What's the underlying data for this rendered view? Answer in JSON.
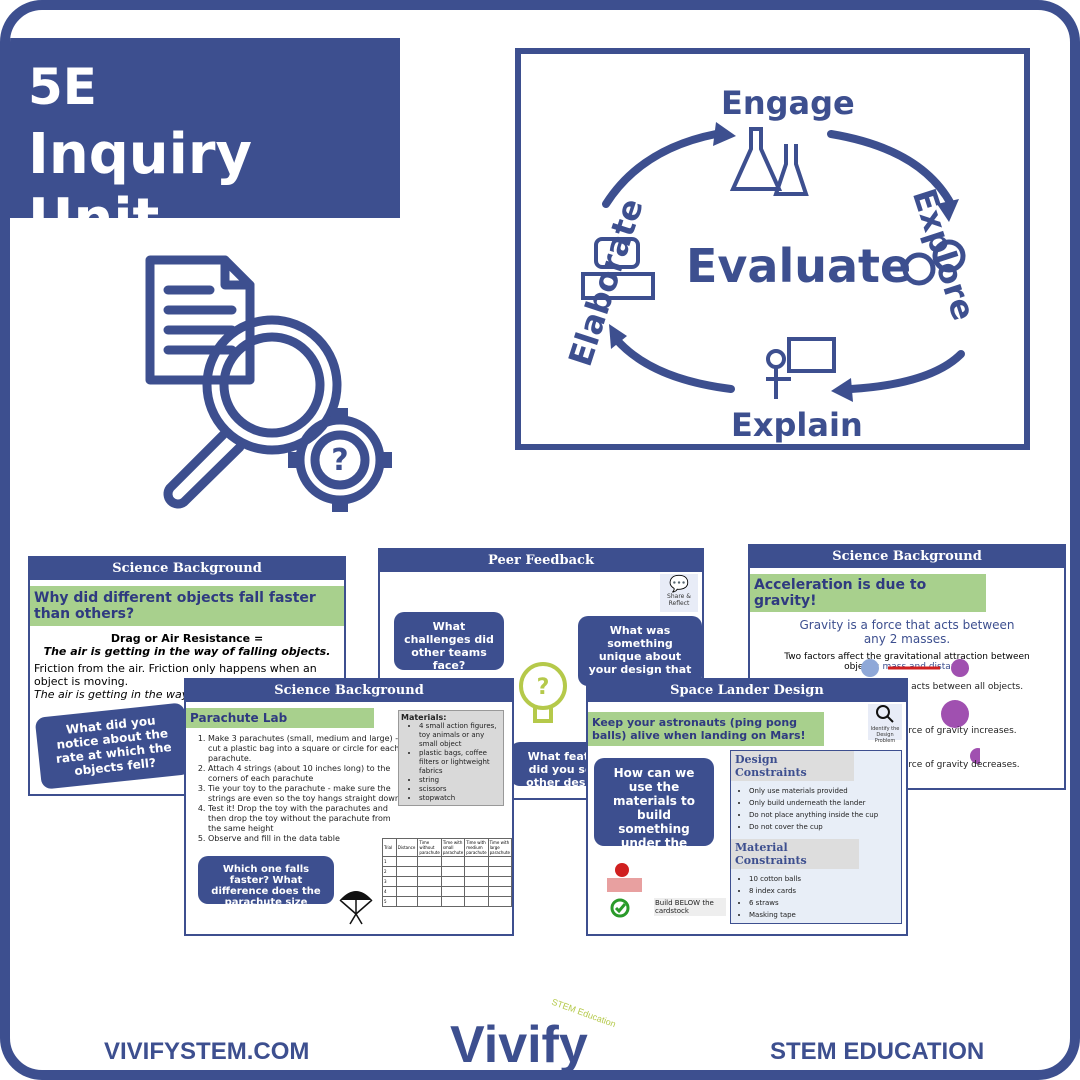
{
  "title": {
    "line1": "5E",
    "line2": "Inquiry Unit"
  },
  "cycle": {
    "engage": "Engage",
    "explore": "Explore",
    "explain": "Explain",
    "elaborate": "Elaborate",
    "evaluate": "Evaluate"
  },
  "slide1": {
    "header": "Science Background",
    "question": "Why did different objects fall faster than others?",
    "drag_title": "Drag  or Air Resistance =",
    "drag_sub": "The air is getting in the way of falling objects.",
    "friction": "Friction from the air. Friction only happens when an object is moving.",
    "friction_tail": "The air is getting in the way of falling objects.",
    "bubble": "What did you notice about the rate at which the objects fell?"
  },
  "slide2": {
    "header": "Peer Feedback",
    "badge": "Share & Reflect",
    "bubble_left": "What challenges did other teams face?",
    "bubble_right": "What was something unique about your design that none of the other teams had?",
    "bubble_bottom": "What features did you see in other designs?"
  },
  "slide3": {
    "header": "Science Background",
    "title": "Acceleration is due to gravity!",
    "line1": "Gravity is a force that acts between any 2 masses.",
    "line2": "Two factors affect the gravitational attraction between objects:",
    "line2_hl": "mass and distance.",
    "fact1": "The force of gravity acts between all objects.",
    "fact2": "The force of gravity increases.",
    "fact3": "The force of gravity decreases."
  },
  "slide4": {
    "header": "Science Background",
    "title": "Parachute Lab",
    "steps": [
      "Make 3 parachutes (small, medium and large) - cut a plastic bag into a square or circle for each parachute.",
      "Attach 4 strings (about 10 inches long) to the corners of each parachute",
      "Tie your toy to the parachute - make sure the strings are even so the toy hangs straight down.",
      "Test it! Drop the toy with the parachutes and then drop the toy without the parachute from the same height",
      "Observe and fill in the data table"
    ],
    "materials_title": "Materials:",
    "materials": [
      "4 small action figures, toy animals or any small object",
      "plastic bags, coffee filters or lightweight fabrics",
      "string",
      "scissors",
      "stopwatch"
    ],
    "table_headers": [
      "Trial",
      "Distance",
      "Time without parachute",
      "Time with small parachute",
      "Time with medium parachute",
      "Time with large parachute"
    ],
    "table_rows": [
      "1",
      "2",
      "3",
      "4",
      "5"
    ],
    "bubble": "Which one falls faster? What difference does the parachute size make?"
  },
  "slide5": {
    "header": "Space Lander Design",
    "badge": "Identify the Design Problem",
    "title": "Keep your astronauts (ping pong balls) alive when landing on Mars!",
    "bubble": "How can we use the materials to build something under the lander?",
    "dc_title": "Design Constraints",
    "dc": [
      "Only use materials provided",
      "Only build underneath the lander",
      "Do not place anything inside the cup",
      "Do not cover the cup"
    ],
    "mc_title": "Material Constraints",
    "mc": [
      "10 cotton balls",
      "8 index cards",
      "6 straws",
      "Masking tape"
    ],
    "caption": "Build BELOW the cardstock"
  },
  "footer": {
    "left": "VIVIFYSTEM.COM",
    "logo": "Vivify",
    "logo_sub": "STEM Education",
    "right": "STEM EDUCATION"
  },
  "colors": {
    "navy": "#3d4f8f",
    "green": "#a8d08d",
    "lime": "#b5c94a"
  }
}
